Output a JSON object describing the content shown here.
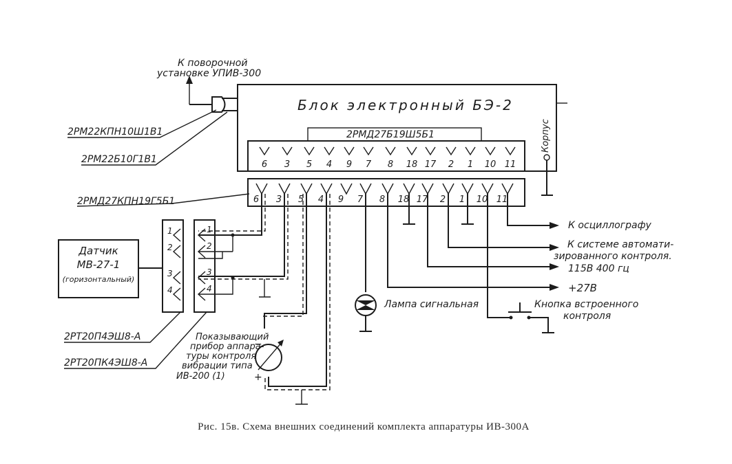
{
  "block": {
    "title": "Блок электронный БЭ-2",
    "top_connector_label": "2РМД27Б19Ш5Б1",
    "pins": [
      "6",
      "3",
      "5",
      "4",
      "9",
      "7",
      "8",
      "18",
      "17",
      "2",
      "1",
      "10",
      "11"
    ],
    "housing_label": "Корпус"
  },
  "harness_connector": {
    "label": "2РМД27КПН19Г5Б1",
    "pins": [
      "6",
      "3",
      "5",
      "4",
      "9",
      "7",
      "8",
      "18",
      "17",
      "2",
      "1",
      "10",
      "11"
    ]
  },
  "turntable": {
    "label_line1": "К поворочной",
    "label_line2": "установке УПИВ-300",
    "plug_label": "2РМ22КПН10Ш1В1",
    "socket_label": "2РМ22Б10Г1В1"
  },
  "sensor": {
    "line1": "Датчик",
    "line2": "МВ-27-1",
    "line3": "(горизонтальный)",
    "connector_a_label": "2РТ20П4ЭШ8-А",
    "connector_b_label": "2РТ20ПК4ЭШ8-А",
    "pins": [
      "1",
      "2",
      "3",
      "4"
    ]
  },
  "outputs": {
    "oscillograph": "К осциллографу",
    "auto_control_line1": "К системе автомати-",
    "auto_control_line2": "зированного контроля.",
    "power_115": "115В 400 гц",
    "power_27": "+27В"
  },
  "lamp_label": "Лампа сигнальная",
  "button_label_line1": "Кнопка встроенного",
  "button_label_line2": "контроля",
  "indicator": {
    "line1": "Показывающий",
    "line2": "прибор аппара-",
    "line3": "туры контроля",
    "line4": "вибрации типа",
    "line5": "ИВ-200 (1)",
    "minus": "−",
    "plus": "+"
  },
  "caption": "Рис. 15в. Схема внешних соединений комплекта аппаратуры ИВ-300А"
}
